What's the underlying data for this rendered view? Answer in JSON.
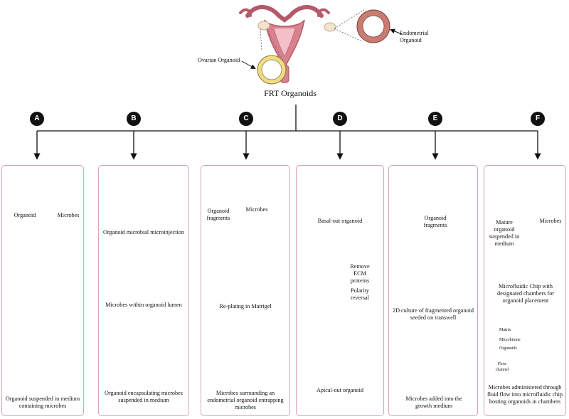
{
  "header": {
    "title": "FRT Organoids",
    "ovarian_label": "Ovarian Organoid",
    "endometrial_label": "Endometrial\nOrganoid"
  },
  "panels": [
    {
      "badge": "A",
      "organoid_label": "Organoid",
      "microbes_label": "Microbes",
      "result_label": "Organoid suspended in medium containing microbes"
    },
    {
      "badge": "B",
      "step1_label": "Organoid microbial microinjection",
      "step2_label": "Microbes within organoid lumen",
      "result_label": "Organoid encapsulating microbes suspended in medium"
    },
    {
      "badge": "C",
      "fragments_label": "Organoid fragments",
      "microbes_label": "Microbes",
      "step2_label": "Re-plating in Matrigel",
      "result_label": "Microbes surrounding an endometrial organoid entrapping microbes"
    },
    {
      "badge": "D",
      "basal_label": "Basal-out organoid",
      "remove_label": "Remove ECM proteins",
      "polarity_label": "Polarity reversal",
      "apical_label": "Apical-out organoid"
    },
    {
      "badge": "E",
      "fragments_label": "Organoid fragments",
      "step2_label": "2D culture of fragmented organoid seeded on transwell",
      "result_label": "Microbes added into the growth medium"
    },
    {
      "badge": "F",
      "mature_label": "Mature organoid suspended in medium",
      "microbes_label": "Microbes",
      "chip_label": "Microfluidic Chip with designated chambers for organoid placement",
      "legend_matrix": "Matrix",
      "legend_microbiome": "Microbiome",
      "legend_organoids": "Organoids",
      "flow_label": "Flow channel",
      "result_label": "Microbes administered through fluid flow into microfluidic chip hosting organoids in chambers"
    }
  ],
  "colors": {
    "panel_border": "#d9a3b3",
    "organoid_ring": "#c97c72",
    "organoid_lumen": "#ffffff",
    "microbe_green": "#3f7a2d",
    "medium_pink": "#f4c6d2",
    "ovarian_yellow": "#f1dc82"
  }
}
